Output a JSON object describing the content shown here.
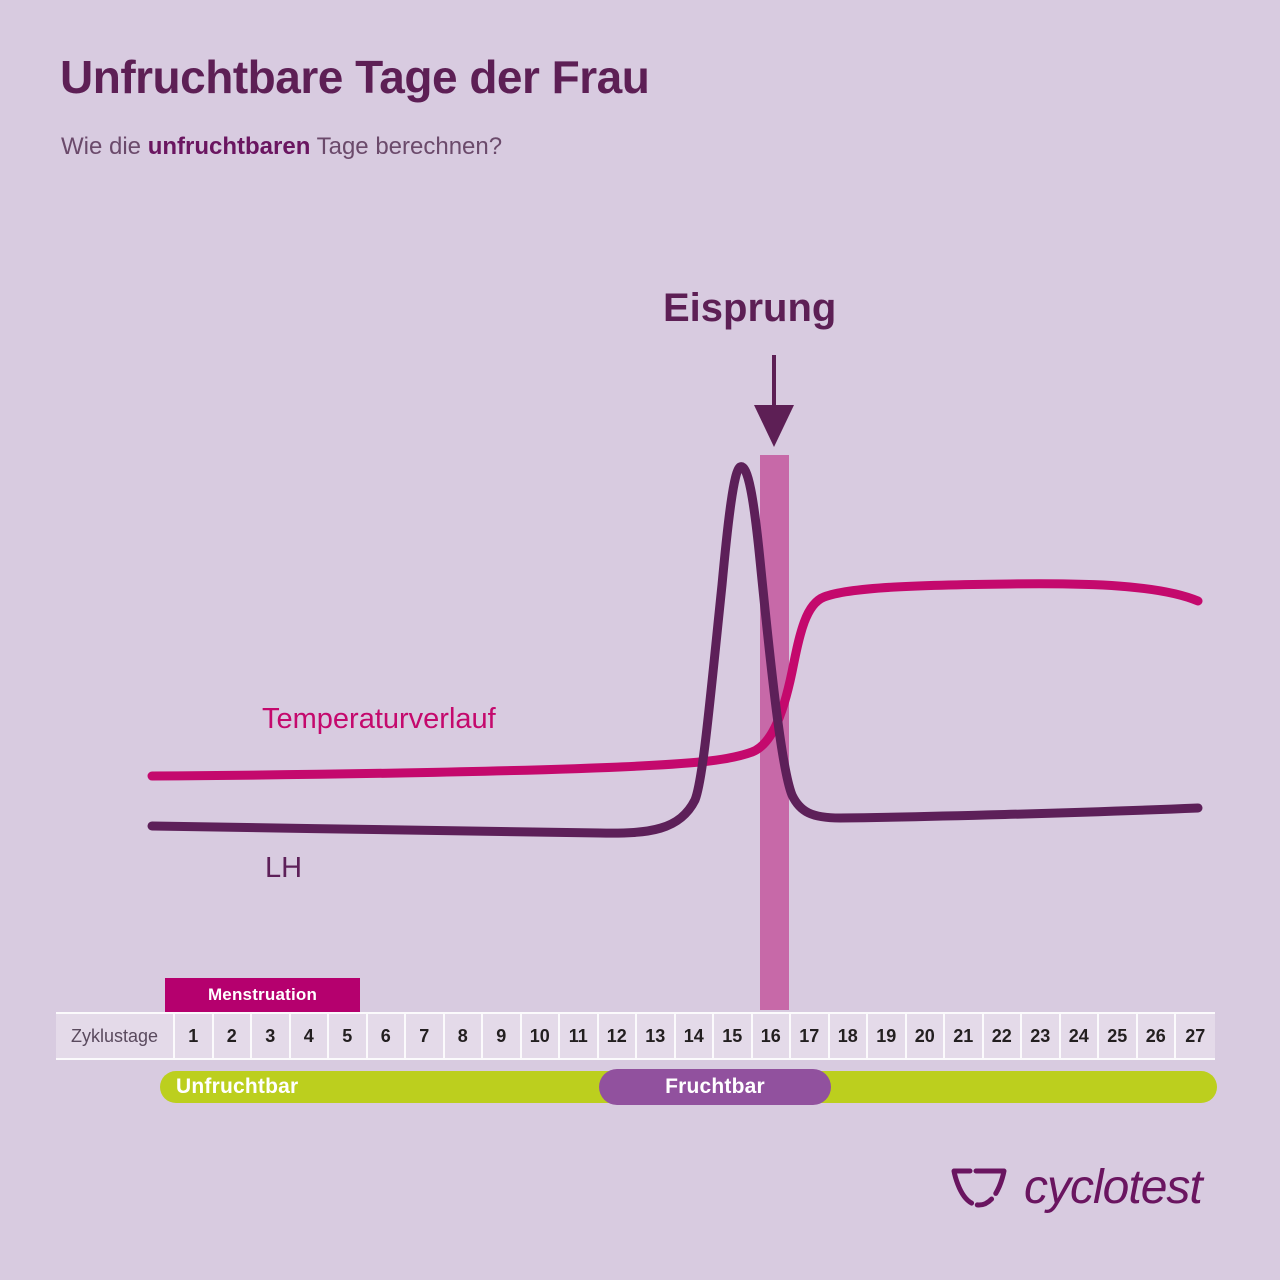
{
  "header": {
    "title": "Unfruchtbare Tage der Frau",
    "subtitle_prefix": "Wie die ",
    "subtitle_bold": "unfruchtbaren",
    "subtitle_suffix": " Tage berechnen?"
  },
  "chart_data": {
    "type": "line",
    "title": "Unfruchtbare Tage der Frau",
    "xlabel": "Zyklustage",
    "ylabel": "",
    "x": [
      1,
      2,
      3,
      4,
      5,
      6,
      7,
      8,
      9,
      10,
      11,
      12,
      13,
      14,
      15,
      16,
      17,
      18,
      19,
      20,
      21,
      22,
      23,
      24,
      25,
      26,
      27
    ],
    "xlim": [
      1,
      27
    ],
    "grid": false,
    "legend": "inline-labels",
    "series": [
      {
        "name": "Temperaturverlauf",
        "color": "#c4096d",
        "values": [
          36.5,
          36.5,
          36.5,
          36.5,
          36.5,
          36.5,
          36.5,
          36.5,
          36.5,
          36.5,
          36.5,
          36.5,
          36.5,
          36.52,
          36.58,
          36.7,
          36.95,
          37.05,
          37.06,
          37.06,
          37.06,
          37.06,
          37.06,
          37.06,
          37.05,
          37.04,
          37.02
        ]
      },
      {
        "name": "LH",
        "color": "#5d2059",
        "values": [
          2,
          2,
          2,
          2,
          2,
          2,
          2,
          2,
          2,
          2,
          2.1,
          2.2,
          2.3,
          6,
          42,
          24,
          6,
          2.6,
          2.6,
          2.6,
          2.6,
          2.65,
          2.7,
          2.75,
          2.8,
          2.85,
          2.9
        ]
      }
    ],
    "annotations": [
      {
        "label": "Eisprung",
        "type": "arrow-down",
        "x_day": 16
      }
    ],
    "bands": [
      {
        "label": "Eisprung",
        "start_day": 15.6,
        "end_day": 16.5,
        "color": "#c769a8"
      }
    ],
    "phase_bars": [
      {
        "label": "Menstruation",
        "start_day": 1,
        "end_day": 5,
        "color": "#b5006e"
      },
      {
        "label": "Unfruchtbar",
        "start_day": 1,
        "end_day": 27,
        "color": "#bccf1e"
      },
      {
        "label": "Fruchtbar",
        "start_day": 11.5,
        "end_day": 17.5,
        "color": "#91519e"
      }
    ]
  },
  "labels": {
    "ovulation": "Eisprung",
    "temperature": "Temperaturverlauf",
    "lh": "LH"
  },
  "axis": {
    "days_label": "Zyklustage",
    "days": [
      "1",
      "2",
      "3",
      "4",
      "5",
      "6",
      "7",
      "8",
      "9",
      "10",
      "11",
      "12",
      "13",
      "14",
      "15",
      "16",
      "17",
      "18",
      "19",
      "20",
      "21",
      "22",
      "23",
      "24",
      "25",
      "26",
      "27"
    ]
  },
  "phases": {
    "menstruation": "Menstruation",
    "infertile": "Unfruchtbar",
    "fertile": "Fruchtbar"
  },
  "brand": {
    "name": "cyclotest"
  },
  "colors": {
    "background": "#d8cbe0",
    "title": "#5d1f55",
    "temperature": "#c4096d",
    "lh": "#5d2059",
    "ovulation_band": "#c769a8",
    "menstruation": "#b5006e",
    "infertile": "#bccf1e",
    "fertile": "#91519e",
    "brand": "#6a1560"
  }
}
